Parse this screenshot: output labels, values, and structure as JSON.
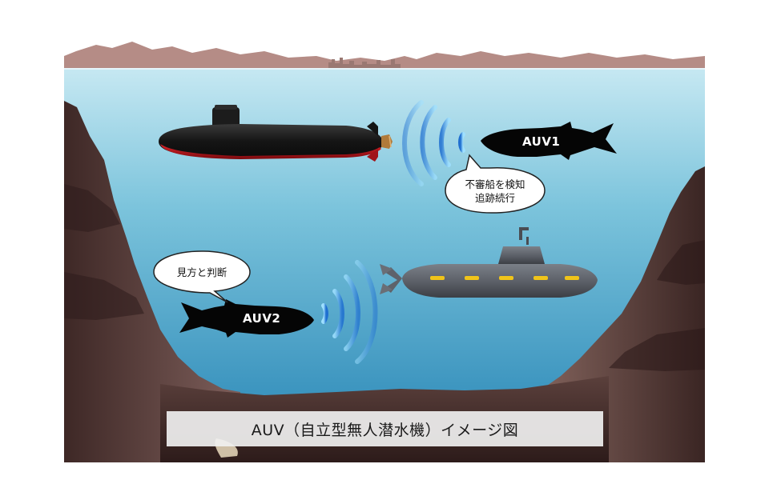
{
  "labels": {
    "auv1": "AUV1",
    "auv2": "AUV2"
  },
  "bubbles": {
    "auv1_line1": "不審船を検知",
    "auv1_line2": "追跡続行",
    "auv2": "見方と判断"
  },
  "caption": "AUV（自立型無人潜水機）イメージ図",
  "colors": {
    "water_top": "#bde4ef",
    "water_bottom": "#2a8fbd",
    "rock_light": "#8a6a66",
    "rock_dark": "#3a2422",
    "mountain": "#b08680",
    "submarine_black": "#1c1c1c",
    "submarine_red": "#c0141a",
    "submarine_gray": "#5f636a",
    "hatch_lights": "#f0c419",
    "sonar_waves": "#3a8fd8",
    "auv_silhouette": "#000000"
  },
  "icons": {
    "auv": "fish-shaped-auv-icon",
    "sonar": "sonar-wave-icon",
    "speech": "speech-bubble-icon"
  }
}
